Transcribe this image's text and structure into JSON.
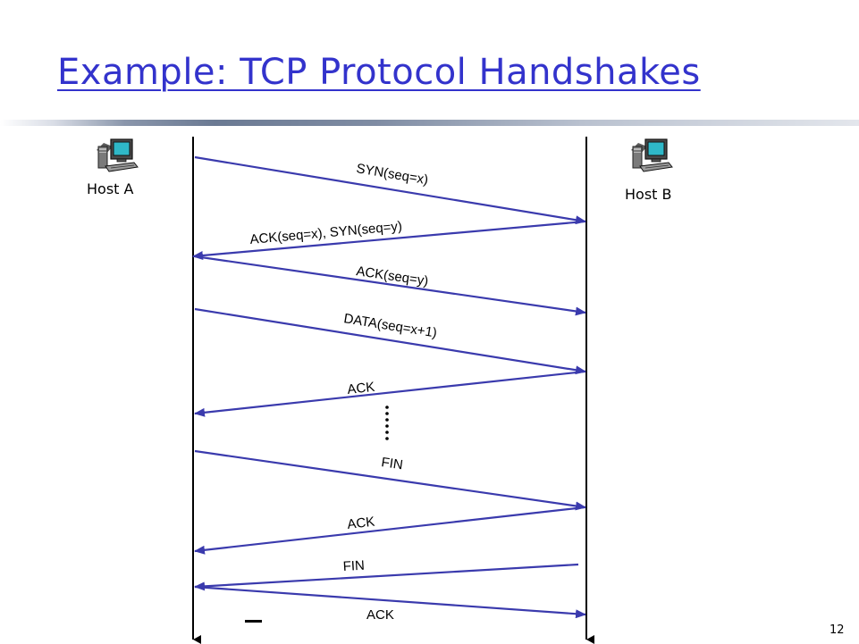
{
  "slide": {
    "title": "Example: TCP Protocol Handshakes",
    "page_number": "12"
  },
  "hosts": [
    {
      "label": "Host A",
      "icon": "computer-icon"
    },
    {
      "label": "Host B",
      "icon": "computer-icon"
    }
  ],
  "colors": {
    "title": "#3333cc",
    "arrow": "#3a3aad",
    "timeline": "#000000"
  },
  "messages": [
    {
      "label": "SYN(seq=x)",
      "from": "Host A",
      "to": "Host B"
    },
    {
      "label": "ACK(seq=x), SYN(seq=y)",
      "from": "Host B",
      "to": "Host A"
    },
    {
      "label": "ACK(seq=y)",
      "from": "Host A",
      "to": "Host B"
    },
    {
      "label": "DATA(seq=x+1)",
      "from": "Host A",
      "to": "Host B"
    },
    {
      "label": "ACK",
      "from": "Host B",
      "to": "Host A"
    },
    {
      "label": "FIN",
      "from": "Host A",
      "to": "Host B"
    },
    {
      "label": "ACK",
      "from": "Host B",
      "to": "Host A"
    },
    {
      "label": "FIN",
      "from": "Host B",
      "to": "Host A"
    },
    {
      "label": "ACK",
      "from": "Host A",
      "to": "Host B"
    }
  ],
  "ellipsis": "vertical-dots"
}
